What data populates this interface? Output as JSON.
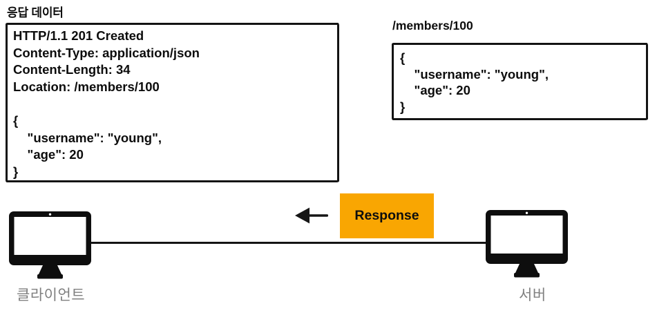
{
  "title": "응답 데이터",
  "response_box": {
    "lines": [
      "HTTP/1.1 201 Created",
      "Content-Type: application/json",
      "Content-Length: 34",
      "Location: /members/100",
      "",
      "{",
      "    \"username\": \"young\",",
      "    \"age\": 20",
      "}"
    ]
  },
  "resource_box": {
    "title": "/members/100",
    "lines": [
      "{",
      "    \"username\": \"young\",",
      "    \"age\": 20",
      "}"
    ]
  },
  "flow": {
    "response_label": "Response",
    "client_label": "클라이언트",
    "server_label": "서버"
  },
  "colors": {
    "accent_orange": "#F9A602",
    "label_gray": "#7F7F7F",
    "ink_black": "#131313"
  }
}
